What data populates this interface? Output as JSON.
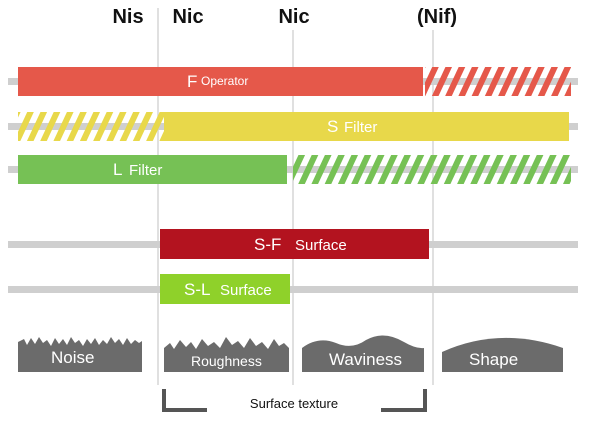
{
  "headers": {
    "nis": "Nis",
    "nic_1": "Nic",
    "nic_2": "Nic",
    "nif": "(Nif)"
  },
  "bands": {
    "f_operator": {
      "prefix": "F",
      "label": "Operator",
      "color": "#e5584a"
    },
    "s_filter": {
      "prefix": "S",
      "label": "Filter",
      "color": "#e8d84a"
    },
    "l_filter": {
      "prefix": "L",
      "label": "Filter",
      "color": "#76c155"
    },
    "sf_surface": {
      "prefix": "S-F",
      "label": "Surface",
      "color": "#b3131f"
    },
    "sl_surface": {
      "prefix": "S-L",
      "label": "Surface",
      "color": "#8fd12a"
    }
  },
  "profiles": {
    "noise": "Noise",
    "roughness": "Roughness",
    "waviness": "Waviness",
    "shape": "Shape"
  },
  "caption": "Surface texture",
  "colors": {
    "track": "#cfcfcf",
    "divider": "#d6d6d6",
    "profile": "#6b6b6b",
    "bracket": "#555555"
  }
}
